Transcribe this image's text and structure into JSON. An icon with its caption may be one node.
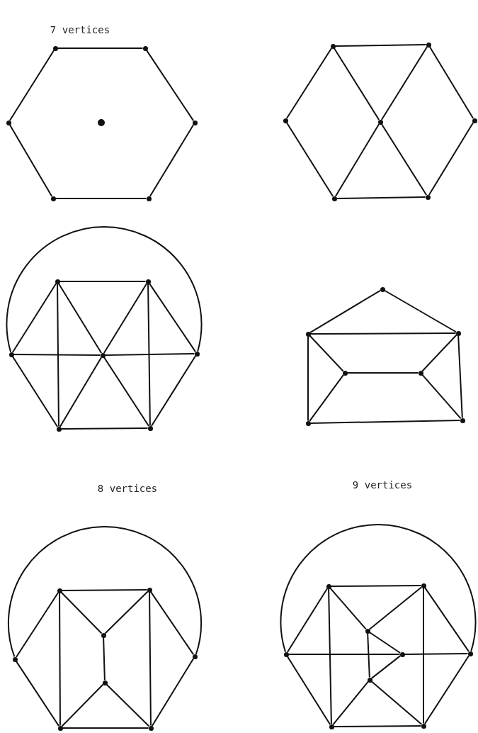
{
  "diagram": {
    "nodes": [
      {
        "text": [],
        "shape": "circle"
      },
      {
        "text": [],
        "shape": "circle"
      },
      {
        "text": [],
        "shape": "circle"
      },
      {
        "text": [],
        "shape": "circle"
      },
      {
        "text": [],
        "shape": "circle"
      },
      {
        "text": [],
        "shape": "circle"
      },
      {
        "text": [],
        "shape": "circle"
      },
      {
        "text": [],
        "shape": "circle"
      },
      {
        "text": [],
        "shape": "circle"
      },
      {
        "text": [],
        "shape": "circle"
      },
      {
        "text": [],
        "shape": "circle"
      },
      {
        "text": [],
        "shape": "circle"
      },
      {
        "text": [],
        "shape": "circle"
      },
      {
        "text": [],
        "shape": "circle"
      },
      {
        "text": [],
        "shape": "circle"
      },
      {
        "text": [],
        "shape": "circle"
      },
      {
        "text": [],
        "shape": "circle"
      },
      {
        "text": [],
        "shape": "circle"
      },
      {
        "text": [],
        "shape": "circle"
      },
      {
        "text": [],
        "shape": "circle"
      },
      {
        "text": [],
        "shape": "circle"
      },
      {
        "text": [],
        "shape": "circle"
      },
      {
        "text": [],
        "shape": "circle"
      },
      {
        "text": [],
        "shape": "circle"
      },
      {
        "text": [],
        "shape": "circle"
      },
      {
        "text": [],
        "shape": "circle"
      },
      {
        "text": [],
        "shape": "circle"
      },
      {
        "text": [],
        "shape": "circle"
      },
      {
        "text": [],
        "shape": "circle"
      },
      {
        "text": [],
        "shape": "circle"
      },
      {
        "text": [],
        "shape": "circle"
      },
      {
        "text": [],
        "shape": "circle"
      },
      {
        "text": [],
        "shape": "circle"
      },
      {
        "text": [],
        "shape": "circle"
      },
      {
        "text": [],
        "shape": "circle"
      },
      {
        "text": [],
        "shape": "circle"
      },
      {
        "text": [],
        "shape": "circle"
      },
      {
        "text": [],
        "shape": "circle"
      },
      {
        "text": [],
        "shape": "circle"
      },
      {
        "text": [],
        "shape": "circle"
      },
      {
        "text": [],
        "shape": "circle"
      },
      {
        "text": [],
        "shape": "circle"
      },
      {
        "text": [],
        "shape": "circle"
      },
      {
        "text": [],
        "shape": "circle"
      },
      {
        "text": [],
        "shape": "circle"
      }
    ],
    "edges": [
      {
        "from": 0,
        "to": 1,
        "arrow": "none"
      },
      {
        "from": 1,
        "to": 2,
        "arrow": "none"
      },
      {
        "from": 2,
        "to": 3,
        "arrow": "none"
      },
      {
        "from": 3,
        "to": 4,
        "arrow": "none"
      },
      {
        "from": 4,
        "to": 5,
        "arrow": "none"
      },
      {
        "from": 5,
        "to": 0,
        "arrow": "none"
      },
      {
        "from": 7,
        "to": 8,
        "arrow": "none"
      },
      {
        "from": 7,
        "to": 9,
        "arrow": "none"
      },
      {
        "from": 7,
        "to": 10,
        "arrow": "none"
      },
      {
        "from": 8,
        "to": 10,
        "arrow": "none"
      },
      {
        "from": 8,
        "to": 11,
        "arrow": "none"
      },
      {
        "from": 9,
        "to": 12,
        "arrow": "none"
      },
      {
        "from": 10,
        "to": 12,
        "arrow": "none"
      },
      {
        "from": 10,
        "to": 13,
        "arrow": "none"
      },
      {
        "from": 11,
        "to": 13,
        "arrow": "none"
      },
      {
        "from": 12,
        "to": 13,
        "arrow": "none"
      },
      {
        "from": 14,
        "to": 15,
        "arrow": "none"
      },
      {
        "from": 14,
        "to": 16,
        "arrow": "none"
      },
      {
        "from": 14,
        "to": 17,
        "arrow": "none"
      },
      {
        "from": 14,
        "to": 19,
        "arrow": "none"
      },
      {
        "from": 15,
        "to": 17,
        "arrow": "none"
      },
      {
        "from": 15,
        "to": 18,
        "arrow": "none"
      },
      {
        "from": 15,
        "to": 20,
        "arrow": "none"
      },
      {
        "from": 16,
        "to": 17,
        "arrow": "none"
      },
      {
        "from": 17,
        "to": 18,
        "arrow": "none"
      },
      {
        "from": 16,
        "to": 19,
        "arrow": "none"
      },
      {
        "from": 17,
        "to": 19,
        "arrow": "none"
      },
      {
        "from": 17,
        "to": 20,
        "arrow": "none"
      },
      {
        "from": 18,
        "to": 20,
        "arrow": "none"
      },
      {
        "from": 19,
        "to": 20,
        "arrow": "none"
      },
      {
        "from": 16,
        "to": 18,
        "arrow": "none"
      },
      {
        "from": 21,
        "to": 22,
        "arrow": "none"
      },
      {
        "from": 21,
        "to": 23,
        "arrow": "none"
      },
      {
        "from": 22,
        "to": 23,
        "arrow": "none"
      },
      {
        "from": 22,
        "to": 24,
        "arrow": "none"
      },
      {
        "from": 23,
        "to": 25,
        "arrow": "none"
      },
      {
        "from": 24,
        "to": 25,
        "arrow": "none"
      },
      {
        "from": 22,
        "to": 26,
        "arrow": "none"
      },
      {
        "from": 24,
        "to": 26,
        "arrow": "none"
      },
      {
        "from": 25,
        "to": 27,
        "arrow": "none"
      },
      {
        "from": 23,
        "to": 27,
        "arrow": "none"
      },
      {
        "from": 26,
        "to": 27,
        "arrow": "none"
      },
      {
        "from": 28,
        "to": 29,
        "arrow": "none"
      },
      {
        "from": 28,
        "to": 31,
        "arrow": "none"
      },
      {
        "from": 28,
        "to": 30,
        "arrow": "none"
      },
      {
        "from": 29,
        "to": 30,
        "arrow": "none"
      },
      {
        "from": 28,
        "to": 34,
        "arrow": "none"
      },
      {
        "from": 29,
        "to": 35,
        "arrow": "none"
      },
      {
        "from": 29,
        "to": 32,
        "arrow": "none"
      },
      {
        "from": 30,
        "to": 33,
        "arrow": "none"
      },
      {
        "from": 31,
        "to": 34,
        "arrow": "none"
      },
      {
        "from": 33,
        "to": 34,
        "arrow": "none"
      },
      {
        "from": 33,
        "to": 35,
        "arrow": "none"
      },
      {
        "from": 32,
        "to": 35,
        "arrow": "none"
      },
      {
        "from": 34,
        "to": 35,
        "arrow": "none"
      },
      {
        "from": 31,
        "to": 32,
        "arrow": "none"
      },
      {
        "from": 36,
        "to": 37,
        "arrow": "none"
      },
      {
        "from": 36,
        "to": 39,
        "arrow": "none"
      },
      {
        "from": 36,
        "to": 38,
        "arrow": "none"
      },
      {
        "from": 37,
        "to": 38,
        "arrow": "none"
      },
      {
        "from": 36,
        "to": 43,
        "arrow": "none"
      },
      {
        "from": 37,
        "to": 44,
        "arrow": "none"
      },
      {
        "from": 37,
        "to": 41,
        "arrow": "none"
      },
      {
        "from": 39,
        "to": 40,
        "arrow": "none"
      },
      {
        "from": 40,
        "to": 41,
        "arrow": "none"
      },
      {
        "from": 38,
        "to": 40,
        "arrow": "none"
      },
      {
        "from": 38,
        "to": 42,
        "arrow": "none"
      },
      {
        "from": 42,
        "to": 40,
        "arrow": "none"
      },
      {
        "from": 42,
        "to": 43,
        "arrow": "none"
      },
      {
        "from": 42,
        "to": 44,
        "arrow": "none"
      },
      {
        "from": 39,
        "to": 43,
        "arrow": "none"
      },
      {
        "from": 41,
        "to": 44,
        "arrow": "none"
      },
      {
        "from": 43,
        "to": 44,
        "arrow": "none"
      },
      {
        "from": 39,
        "to": 41,
        "arrow": "none"
      }
    ],
    "labels": [
      "7 vertices",
      "8 vertices",
      "9 vertices"
    ]
  }
}
